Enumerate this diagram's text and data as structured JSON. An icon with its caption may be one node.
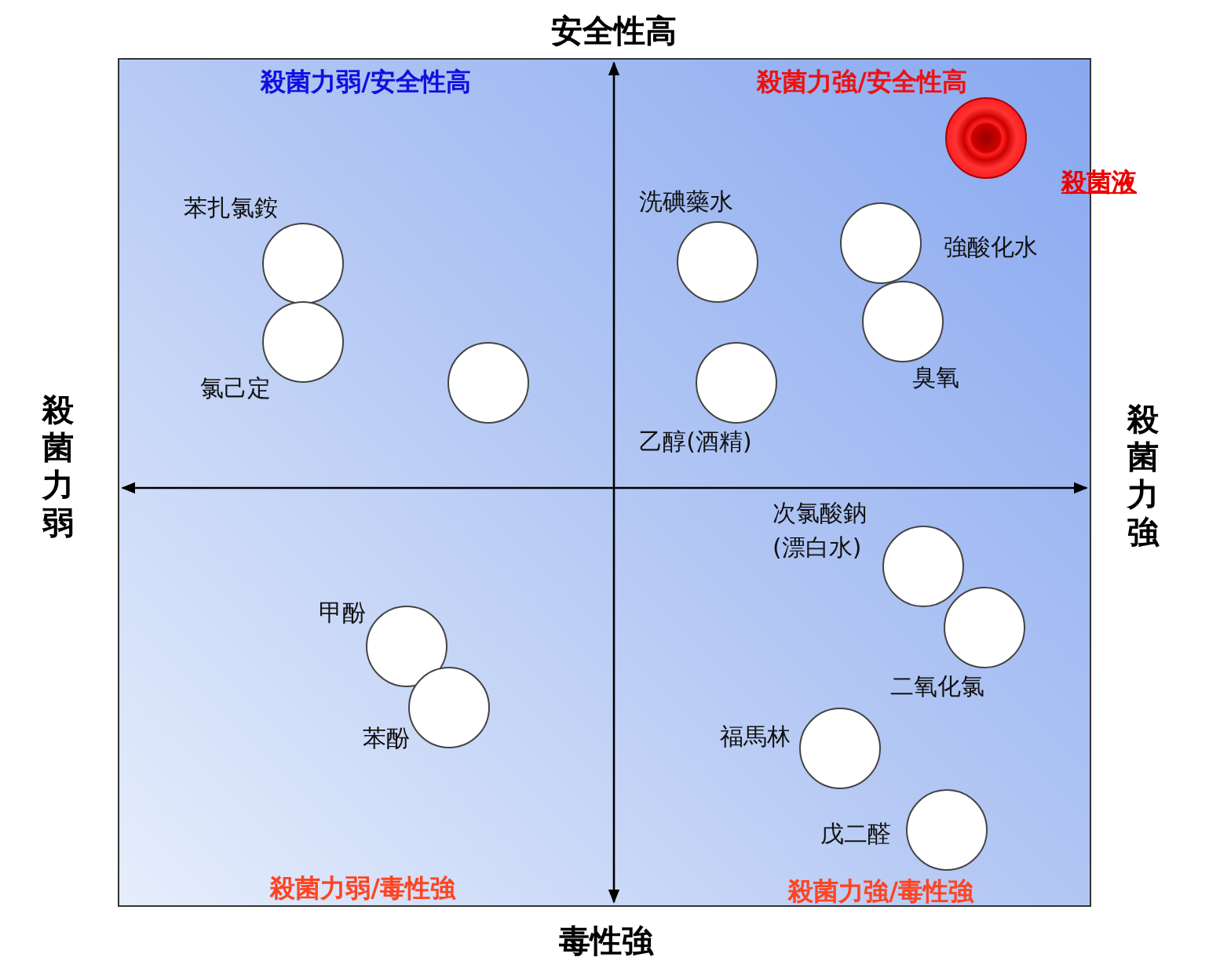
{
  "diagram": {
    "nodes": [
      {
        "text": [],
        "shape": "circle",
        "beside": [
          "殺菌液"
        ]
      },
      {
        "text": [],
        "shape": "circle",
        "beside": [
          "強酸化水"
        ]
      },
      {
        "text": [],
        "shape": "circle",
        "beside": [
          "洗碘藥水"
        ]
      },
      {
        "text": [],
        "shape": "circle",
        "beside": [
          "苯扎氯銨"
        ]
      },
      {
        "text": [],
        "shape": "circle",
        "beside": [
          "臭氧"
        ]
      },
      {
        "text": [],
        "shape": "circle",
        "beside": [
          "氯己定"
        ]
      },
      {
        "text": [],
        "shape": "circle"
      },
      {
        "text": [],
        "shape": "circle",
        "beside": [
          "乙醇(酒精)"
        ]
      },
      {
        "text": [],
        "shape": "circle",
        "beside": [
          "次氯酸鈉 (漂白水)"
        ]
      },
      {
        "text": [],
        "shape": "circle",
        "beside": [
          "二氧化氯"
        ]
      },
      {
        "text": [],
        "shape": "circle",
        "beside": [
          "甲酚"
        ]
      },
      {
        "text": [],
        "shape": "circle",
        "beside": [
          "苯酚"
        ]
      },
      {
        "text": [],
        "shape": "circle",
        "beside": [
          "福馬林"
        ]
      },
      {
        "text": [],
        "shape": "circle",
        "beside": [
          "戊二醛"
        ]
      }
    ],
    "labels": [
      "安全性高",
      "殺菌力弱/安全性高",
      "殺菌力強/安全性高",
      "殺菌力弱",
      "殺菌力強",
      "殺菌力弱/毒性強",
      "殺菌力強/毒性強",
      "毒性強"
    ]
  }
}
